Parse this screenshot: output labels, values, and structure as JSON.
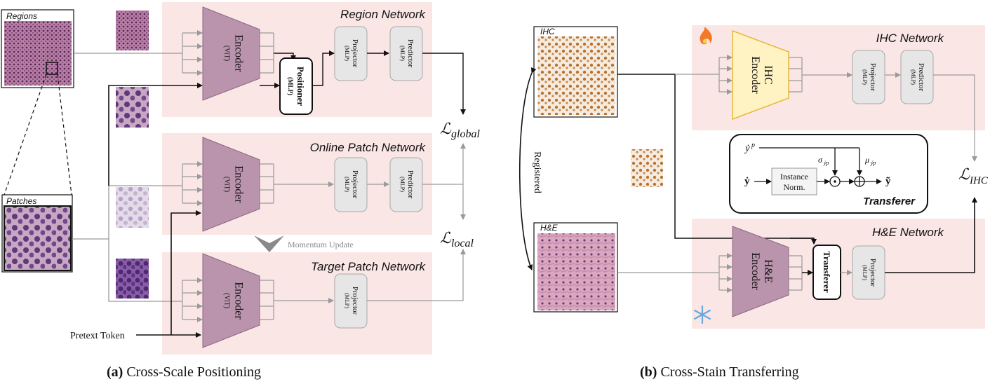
{
  "panel_a": {
    "caption_tag": "(a)",
    "caption_text": " Cross-Scale Positioning",
    "regions_label": "Regions",
    "patches_label": "Patches",
    "region_network": "Region Network",
    "online_network": "Online Patch Network",
    "target_network": "Target Patch Network",
    "encoder": "Encoder",
    "vit": "(ViT)",
    "positioner": "Positioner",
    "positioner_sub": "(MLP)",
    "projector": "Projector",
    "predictor": "Predictor",
    "mlp": "(MLP)",
    "loss_global_L": "ℒ",
    "loss_global_sub": "global",
    "loss_local_L": "ℒ",
    "loss_local_sub": "local",
    "momentum_update": "Momentum Update",
    "pretext_token": "Pretext Token"
  },
  "panel_b": {
    "caption_tag": "(b)",
    "caption_text": " Cross-Stain Transferring",
    "ihc_label": "IHC",
    "he_label": "H&E",
    "registered": "Registered",
    "ihc_network": "IHC Network",
    "he_network": "H&E Network",
    "ihc_enc_line1": "IHC",
    "ihc_enc_line2": "Encoder",
    "he_enc_line1": "H&E",
    "he_enc_line2": "Encoder",
    "projector": "Projector",
    "predictor": "Predictor",
    "mlp": "(MLP)",
    "transferer_block": "Transferer",
    "loss_ihc_L": "ℒ",
    "loss_ihc_sub": "IHC",
    "transferer_title": "Transferer",
    "instance_norm_1": "Instance",
    "instance_norm_2": "Norm.",
    "y_p": "ẏ",
    "y_p_sup": "p",
    "y_dot": "ẏ",
    "y_tilde": "ỹ",
    "sigma": "σ",
    "sigma_sub": "ẏp",
    "mu": "μ",
    "mu_sub": "ẏp",
    "odot": "⊙",
    "oplus": "⊕"
  },
  "colors": {
    "network_bg": "#fbe6e6",
    "encoder": "#b994ac",
    "ihc_encoder": "#fff3c4",
    "ihc_encoder_border": "#e8b83a",
    "block": "#e6e6e6",
    "arrow_gray": "#9a9a9a",
    "fire": "#f07a2a",
    "snow": "#6aa7dd"
  },
  "icons": [
    "fire-icon",
    "snowflake-icon",
    "momentum-chevron-icon"
  ]
}
